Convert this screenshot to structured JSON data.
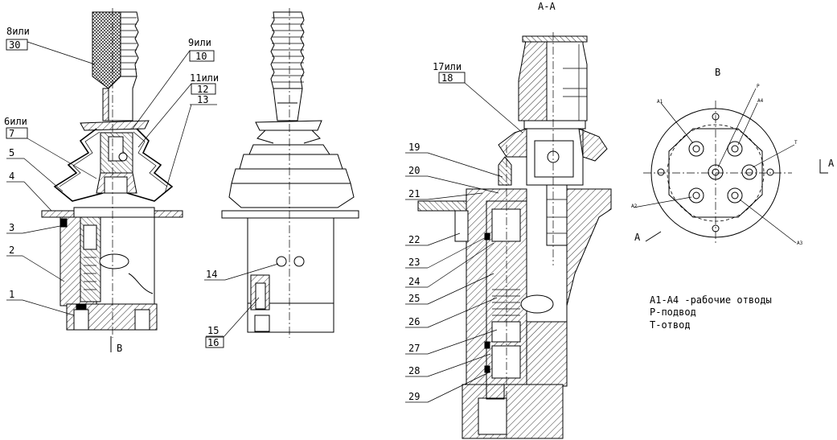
{
  "section_label": "А-А",
  "view_label": "В",
  "cut_marker_left": "В",
  "cut_marker_right": "A",
  "cut_marker_bottom": "A",
  "detail_labels": {
    "a1": "A1",
    "a2": "A2",
    "a3": "A3",
    "a4": "A4",
    "p": "P",
    "t": "T"
  },
  "legend": [
    "А1-А4 -рабочие отводы",
    "Р-подвод",
    "Т-отвод"
  ],
  "callouts": {
    "c1": "1",
    "c2": "2",
    "c3": "3",
    "c4": "4",
    "c5": "5",
    "c6": "6или",
    "c7": "7",
    "c8": "8или",
    "c30": "30",
    "c9": "9или",
    "c10": "10",
    "c11": "11или",
    "c12": "12",
    "c13": "13",
    "c14": "14",
    "c15": "15",
    "c16": "16",
    "c17": "17или",
    "c18": "18",
    "c19": "19",
    "c20": "20",
    "c21": "21",
    "c22": "22",
    "c23": "23",
    "c24": "24",
    "c25": "25",
    "c26": "26",
    "c27": "27",
    "c28": "28",
    "c29": "29"
  }
}
